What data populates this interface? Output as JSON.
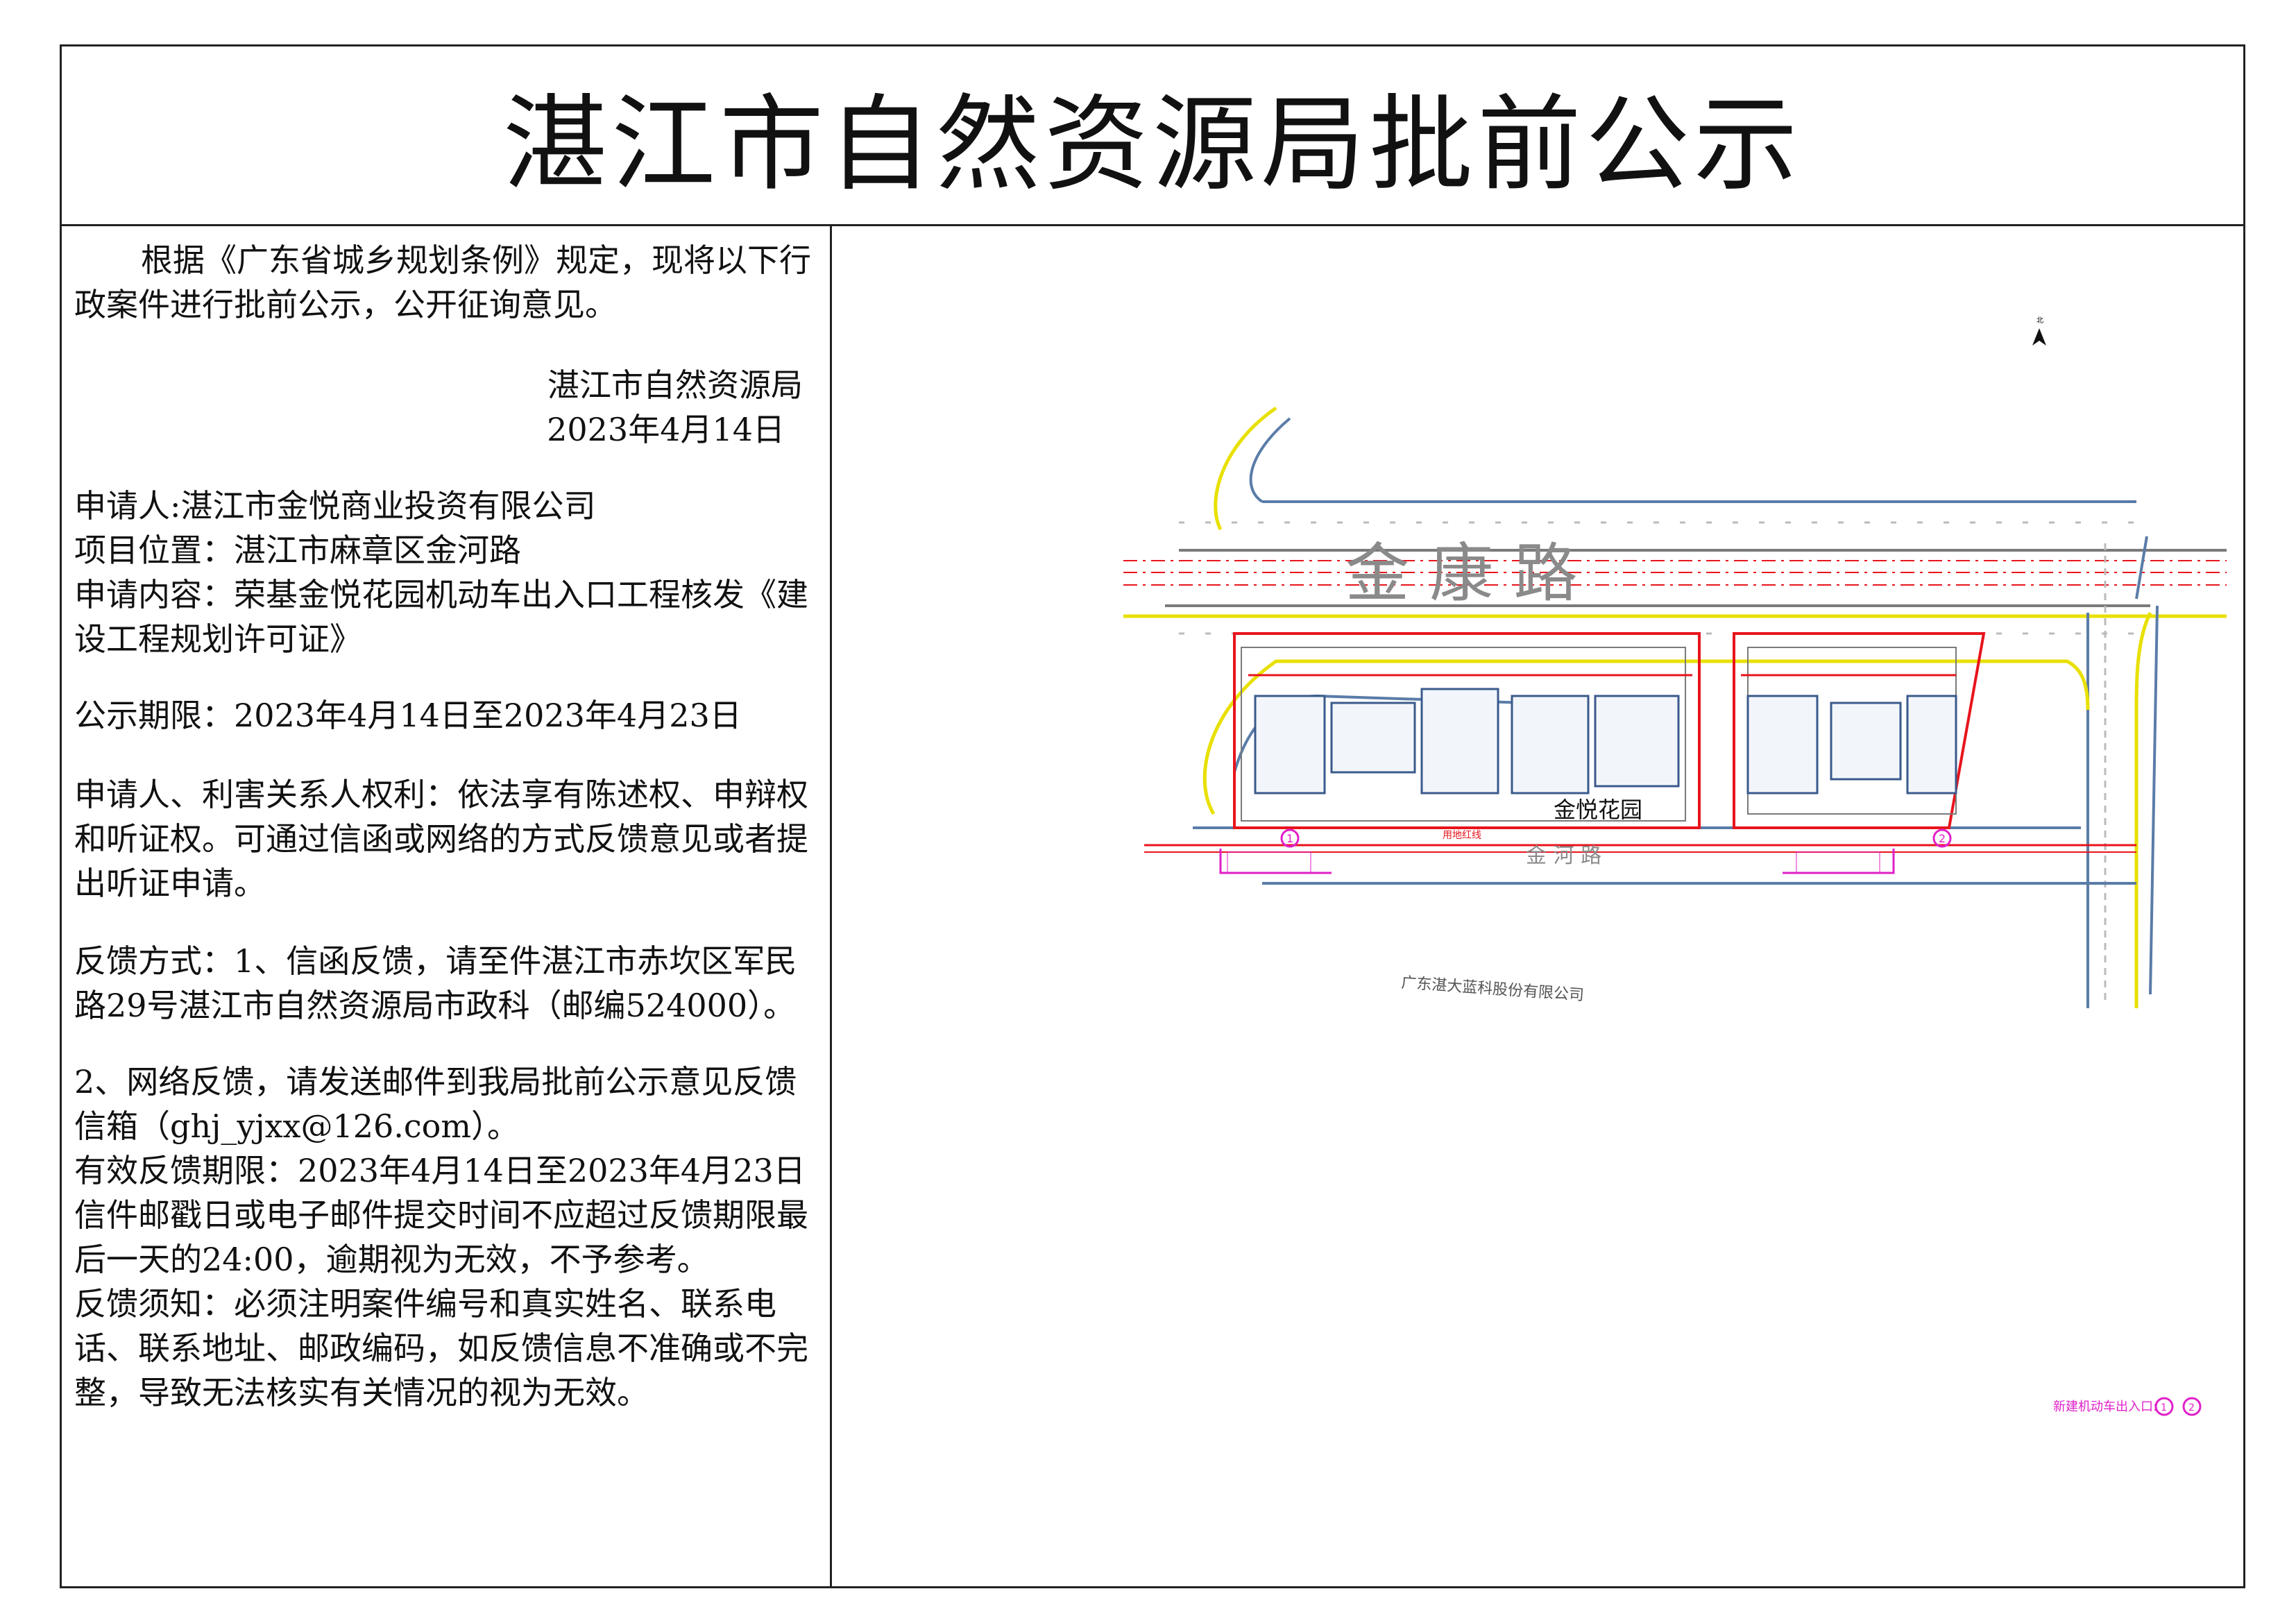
{
  "title": "湛江市自然资源局批前公示",
  "intro": "根据《广东省城乡规划条例》规定，现将以下行政案件进行批前公示，公开征询意见。",
  "issuer": "湛江市自然资源局",
  "issue_date": "2023年4月14日",
  "applicant": "申请人:湛江市金悦商业投资有限公司",
  "location": "项目位置：湛江市麻章区金河路",
  "content": "申请内容：荣基金悦花园机动车出入口工程核发《建设工程规划许可证》",
  "period": "公示期限：2023年4月14日至2023年4月23日",
  "rights": "申请人、利害关系人权利：依法享有陈述权、申辩权和听证权。可通过信函或网络的方式反馈意见或者提出听证申请。",
  "feedback_1": "反馈方式：1、信函反馈，请至件湛江市赤坎区军民路29号湛江市自然资源局市政科（邮编524000）。",
  "feedback_2": "2、网络反馈，请发送邮件到我局批前公示意见反馈信箱（ghj_yjxx@126.com）。",
  "valid_period": "有效反馈期限：2023年4月14日至2023年4月23日",
  "deadline_note": "信件邮戳日或电子邮件提交时间不应超过反馈期限最后一天的24:00，逾期视为无效，不予参考。",
  "notice": "反馈须知：必须注明案件编号和真实姓名、联系电话、联系地址、邮政编码，如反馈信息不准确或不完整，导致无法核实有关情况的视为无效。",
  "map": {
    "north_label": "北",
    "road_north": "金  康  路",
    "road_south": "金  河  路",
    "project_name": "金悦花园",
    "red_line_label": "用地红线",
    "company": "广东湛大蓝科股份有限公司",
    "entrance_legend": "新建机动车出入口:",
    "entrance_1": "1",
    "entrance_2": "2",
    "colors": {
      "red_line": "#e8141c",
      "magenta": "#e020c8",
      "yellow": "#e8e000",
      "blue": "#5a7ca8",
      "gray": "#7a7a7a"
    }
  }
}
